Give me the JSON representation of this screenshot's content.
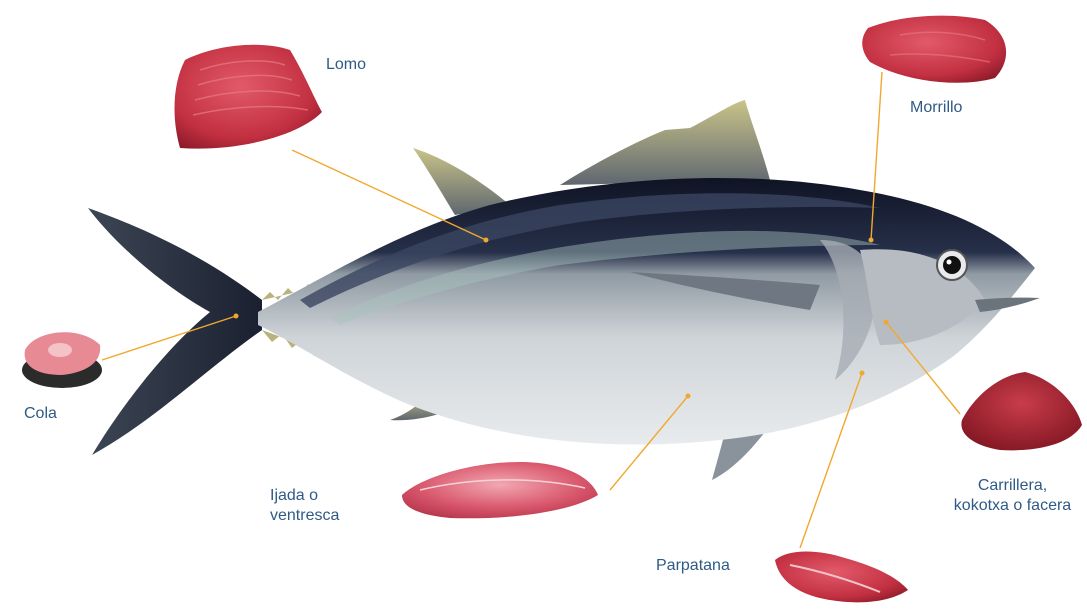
{
  "colors": {
    "label_text": "#2f5a86",
    "leader_line": "#f0a830",
    "fish_back": "#1b2236",
    "fish_belly": "#c9ced2",
    "fin_yellow": "#b8b27a",
    "meat_red": "#c83a48"
  },
  "labels": {
    "lomo": "Lomo",
    "morrillo": "Morrillo",
    "cola": "Cola",
    "ijada_line1": "Ijada o",
    "ijada_line2": "ventresca",
    "carrillera_line1": "Carrillera,",
    "carrillera_line2": "kokotxa o facera",
    "parpatana": "Parpatana"
  },
  "cuts": [
    "lomo",
    "morrillo",
    "cola",
    "ijada-o-ventresca",
    "carrillera-kokotxa-o-facera",
    "parpatana"
  ],
  "illustration": "bluefin-tuna"
}
